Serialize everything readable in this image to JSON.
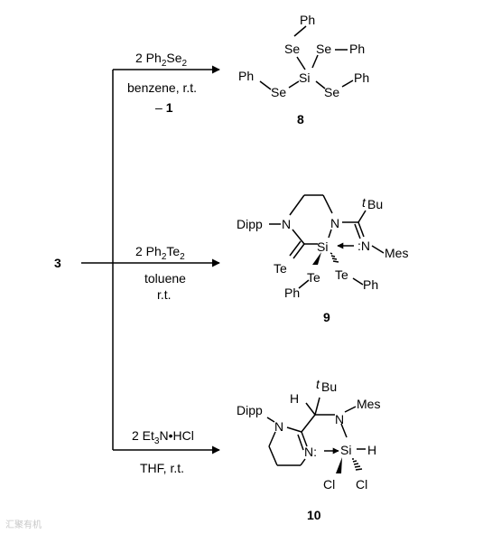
{
  "starting_material": "3",
  "reactions": [
    {
      "reagent_pre": "2 Ph",
      "reagent_sub": "2",
      "reagent_mid": "Se",
      "reagent_sub2": "2",
      "solvent": "benzene, r.t.",
      "note_prefix": "– ",
      "note_bold": "1",
      "product_label": "8"
    },
    {
      "reagent_pre": "2 Ph",
      "reagent_sub": "2",
      "reagent_mid": "Te",
      "reagent_sub2": "2",
      "solvent": "toluene",
      "condition": "r.t.",
      "product_label": "9"
    },
    {
      "reagent_pre": "2 Et",
      "reagent_sub": "3",
      "reagent_mid": "N•HCl",
      "solvent": "THF, r.t.",
      "product_label": "10"
    }
  ],
  "atoms_8": {
    "ph_top": "Ph",
    "se_top": "Se",
    "se_right": "Se",
    "ph_right": "Ph",
    "ph_left": "Ph",
    "se_left": "Se",
    "si": "Si",
    "se_lr": "Se",
    "ph_lr": "Ph"
  },
  "atoms_9": {
    "t": "t",
    "bu": "Bu",
    "dipp": "Dipp",
    "n1": "N",
    "n2": "N",
    "si": "Si",
    "n_imine": ":N",
    "mes": "Mes",
    "te_dbl": "Te",
    "te_left": "Te",
    "ph_left": "Ph",
    "te_right": "Te",
    "ph_right": "Ph"
  },
  "atoms_10": {
    "h_top": "H",
    "t": "t",
    "bu": "Bu",
    "dipp": "Dipp",
    "n_ring": "N",
    "n_mes": "N",
    "mes": "Mes",
    "n_donor": "N:",
    "si": "Si",
    "h_si": "H",
    "cl_left": "Cl",
    "cl_right": "Cl"
  },
  "watermark": "汇聚有机"
}
